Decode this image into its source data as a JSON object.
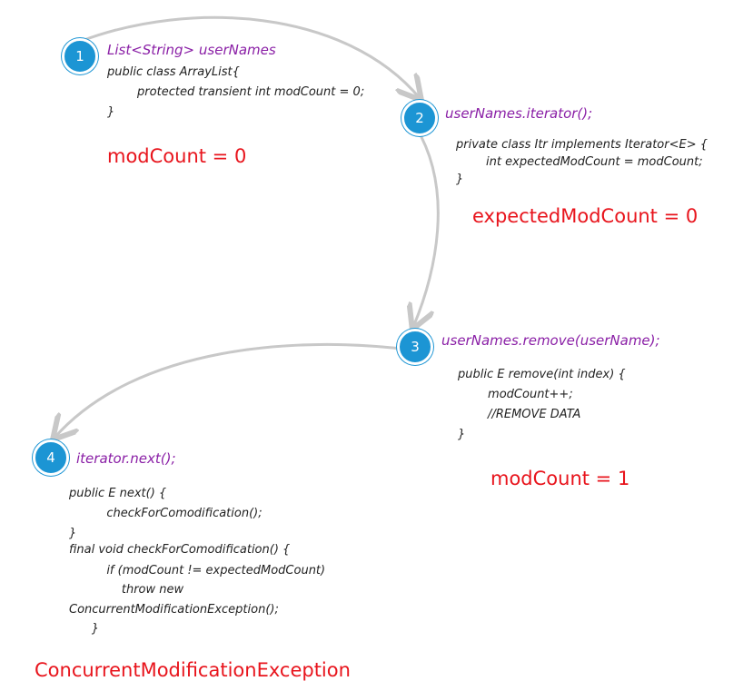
{
  "steps": [
    {
      "number": "1",
      "title": "List<String> userNames",
      "code": [
        "public class ArrayList{",
        "        protected transient int modCount = 0;",
        "}"
      ],
      "value": "modCount = 0"
    },
    {
      "number": "2",
      "title": "userNames.iterator();",
      "code": [
        "private class Itr implements Iterator<E> {",
        "        int expectedModCount = modCount;",
        "}"
      ],
      "value": "expectedModCount = 0"
    },
    {
      "number": "3",
      "title": "userNames.remove(userName);",
      "code": [
        "public E remove(int index) {",
        "        modCount++;",
        "        //REMOVE DATA",
        "}"
      ],
      "value": "modCount = 1"
    },
    {
      "number": "4",
      "title": "iterator.next();",
      "code": [
        "public E next() {",
        "          checkForComodification();",
        "}",
        "final void checkForComodification() {",
        "          if (modCount != expectedModCount)",
        "              throw new",
        "ConcurrentModificationException();",
        "      }"
      ]
    }
  ],
  "result": "ConcurrentModificationException",
  "colors": {
    "badge": "#1c95d4",
    "title": "#8a1fa6",
    "value": "#e8141c",
    "arrow": "#c8c8c8"
  }
}
